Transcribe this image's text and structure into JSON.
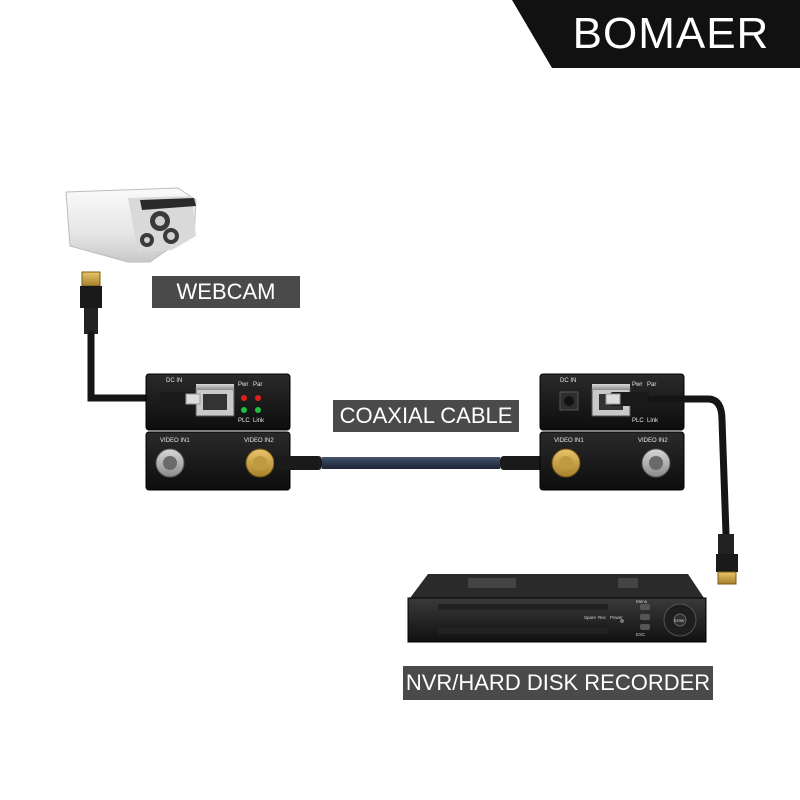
{
  "brand": {
    "name": "BOMAER"
  },
  "labels": {
    "webcam": "WEBCAM",
    "coaxial_cable": "COAXIAL CABLE",
    "recorder": "NVR/HARD DISK RECORDER"
  },
  "converter": {
    "dc_in": "DC  IN",
    "pwr": "Pwr",
    "par": "Par",
    "plc": "PLC",
    "link": "Link",
    "video_in1": "VIDEO IN1",
    "video_in2": "VIDEO IN2"
  },
  "recorder_panel": {
    "spare": "Spare",
    "rec": "Rec",
    "power": "Power",
    "menu": "Menu",
    "esc": "ESC",
    "enter": "Enter"
  }
}
